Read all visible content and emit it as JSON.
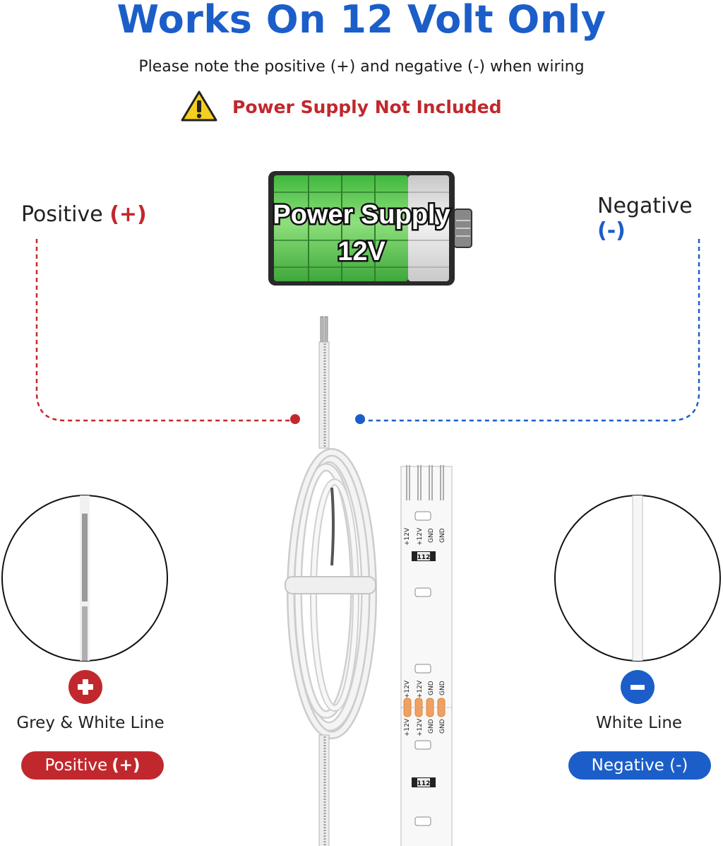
{
  "header": {
    "title": "Works On 12 Volt Only",
    "subtitle": "Please note the positive (+) and negative (-) when wiring",
    "warning": "Power Supply Not Included"
  },
  "battery": {
    "line1": "Power Supply",
    "line2": "12V"
  },
  "positive": {
    "label": "Positive",
    "symbol": "(+)",
    "caption": "Grey & White Line",
    "pill_label": "Positive",
    "pill_symbol": "(+)",
    "badge": "+",
    "color": "#c1282d"
  },
  "negative": {
    "label": "Negative",
    "symbol": "(-)",
    "caption": "White Line",
    "pill_label": "Negative (-)",
    "badge": "-",
    "color": "#1b5ec9"
  },
  "strip": {
    "pads_top": [
      "+12V",
      "+12V",
      "GND",
      "GND"
    ],
    "resistor": "112"
  },
  "icons": {
    "warning": "warning-triangle-icon",
    "positive": "plus-circle-icon",
    "negative": "minus-circle-icon"
  }
}
